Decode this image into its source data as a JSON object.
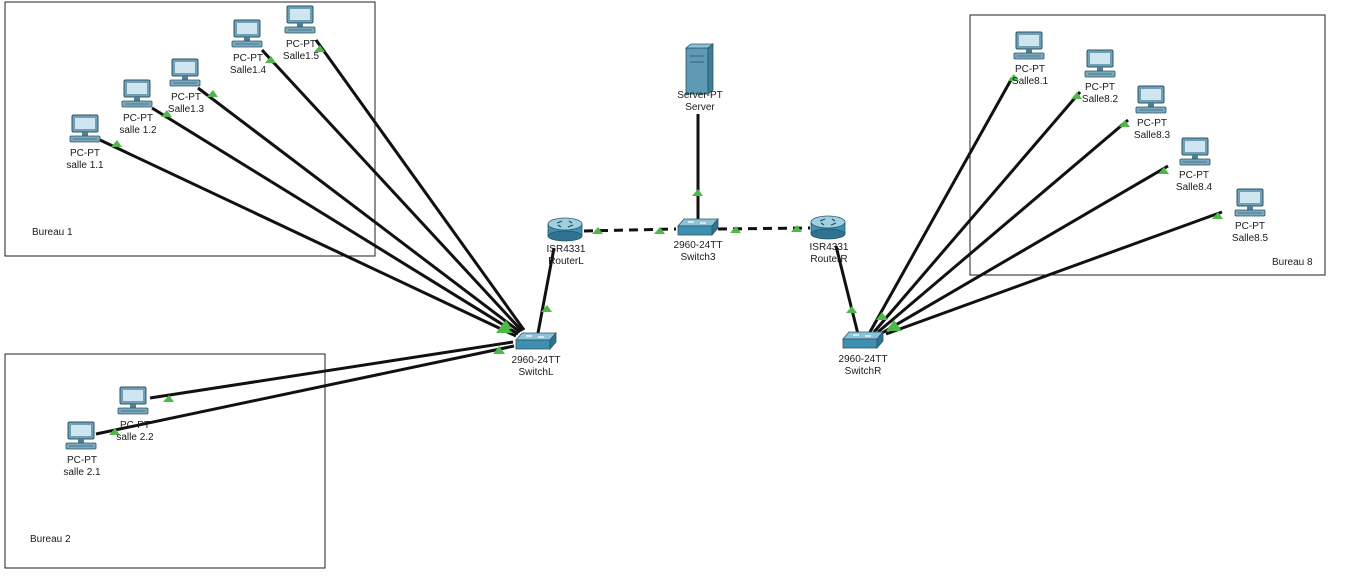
{
  "areas": {
    "bureau1": "Bureau 1",
    "bureau2": "Bureau 2",
    "bureau8": "Bureau 8"
  },
  "devices": {
    "pc_11": {
      "type": "PC-PT",
      "name": "salle 1.1"
    },
    "pc_12": {
      "type": "PC-PT",
      "name": "salle 1.2"
    },
    "pc_13": {
      "type": "PC-PT",
      "name": "Salle1.3"
    },
    "pc_14": {
      "type": "PC-PT",
      "name": "Salle1.4"
    },
    "pc_15": {
      "type": "PC-PT",
      "name": "Salle1.5"
    },
    "pc_21": {
      "type": "PC-PT",
      "name": "salle 2.1"
    },
    "pc_22": {
      "type": "PC-PT",
      "name": "salle 2.2"
    },
    "pc_81": {
      "type": "PC-PT",
      "name": "Salle8.1"
    },
    "pc_82": {
      "type": "PC-PT",
      "name": "Salle8.2"
    },
    "pc_83": {
      "type": "PC-PT",
      "name": "Salle8.3"
    },
    "pc_84": {
      "type": "PC-PT",
      "name": "Salle8.4"
    },
    "pc_85": {
      "type": "PC-PT",
      "name": "Salle8.5"
    },
    "switch_l": {
      "type": "2960-24TT",
      "name": "SwitchL"
    },
    "switch_r": {
      "type": "2960-24TT",
      "name": "SwitchR"
    },
    "switch_3": {
      "type": "2960-24TT",
      "name": "Switch3"
    },
    "router_l": {
      "type": "ISR4331",
      "name": "RouterL"
    },
    "router_r": {
      "type": "ISR4331",
      "name": "RouterR"
    },
    "server": {
      "type": "Server-PT",
      "name": "Server"
    }
  },
  "link_status_color": "#4fb84a",
  "device_color": "#3f8fb0",
  "icons": {
    "pc": "pc-icon",
    "switch": "switch-icon",
    "router": "router-icon",
    "server": "server-icon"
  }
}
